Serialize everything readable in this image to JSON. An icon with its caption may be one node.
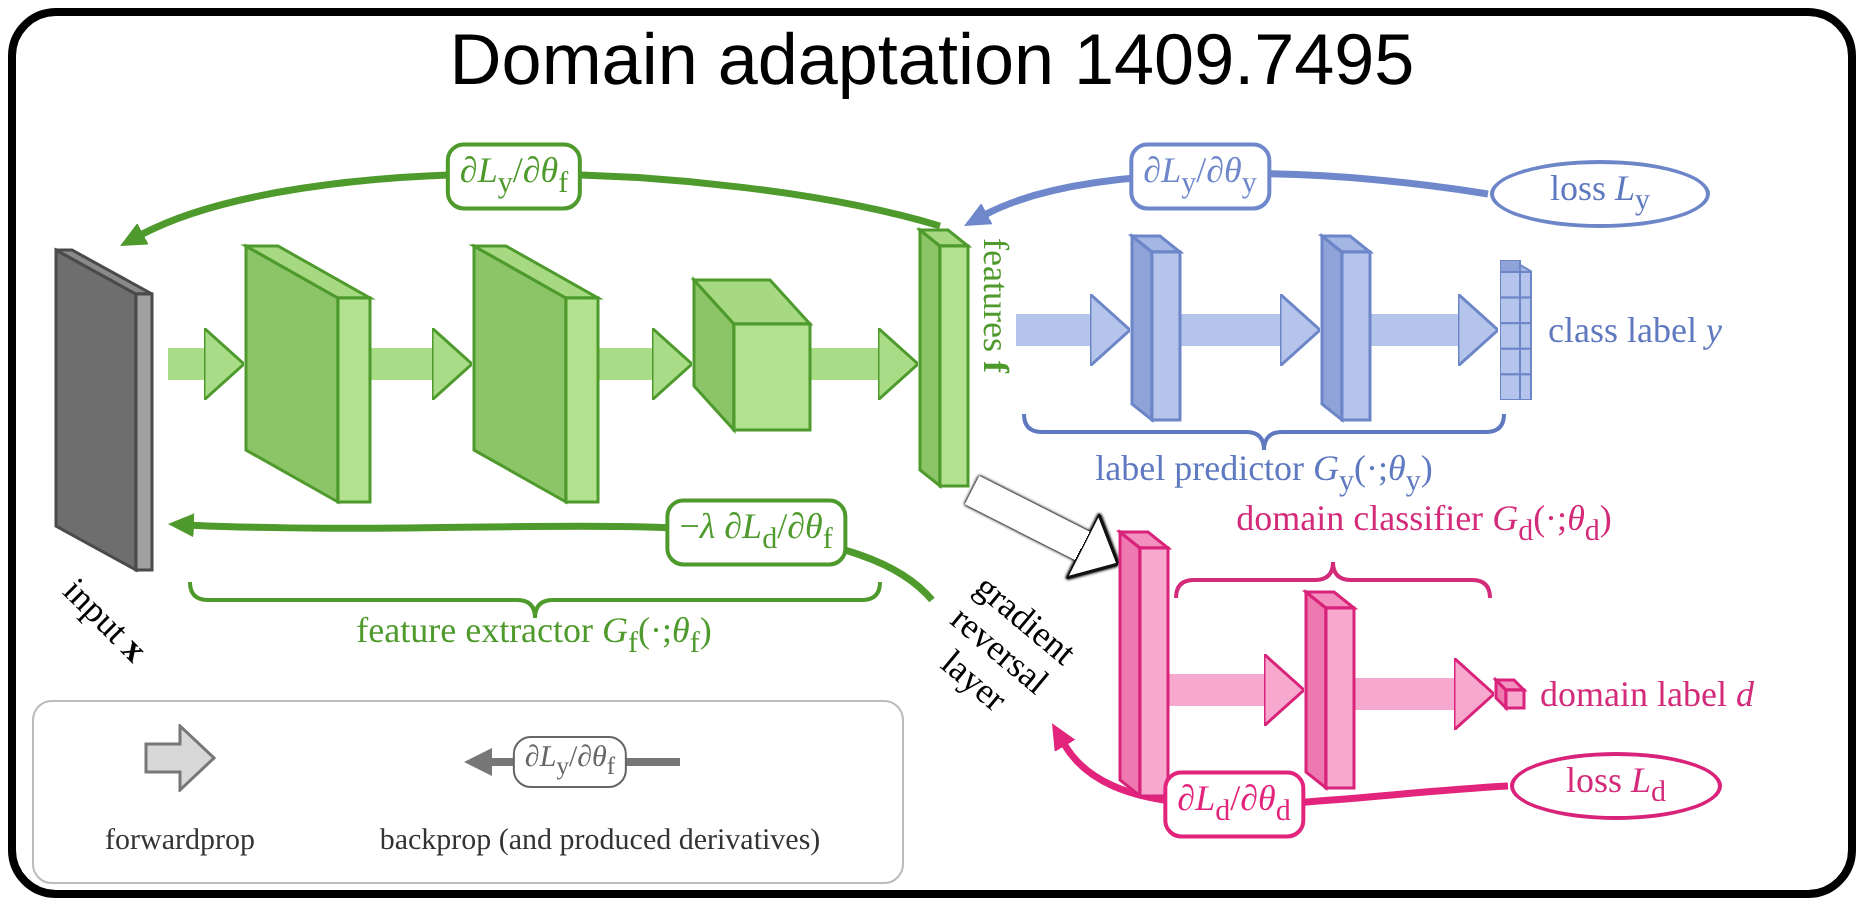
{
  "diagram": {
    "title": "Domain adaptation 1409.7495",
    "nodes": [
      {
        "text": [
          "input **x**"
        ]
      },
      {
        "text": [],
        "shape": "box"
      },
      {
        "text": [],
        "shape": "box"
      },
      {
        "text": [],
        "shape": "box"
      },
      {
        "text": [
          "features **f**"
        ]
      },
      {
        "text": [],
        "shape": "box"
      },
      {
        "text": [],
        "shape": "box"
      },
      {
        "text": [
          "class label *y*"
        ]
      },
      {
        "text": [
          "loss *L*$_{y}$"
        ]
      },
      {
        "text": [],
        "shape": "box"
      },
      {
        "text": [],
        "shape": "box"
      },
      {
        "text": [
          "domain label *d*"
        ]
      },
      {
        "text": [
          "loss *L*$_{d}$"
        ]
      },
      {
        "text": [
          "gradient reversal layer"
        ]
      }
    ],
    "edges": [
      {
        "from": 0,
        "to": 1,
        "arrow": "to",
        "color": "#a9dc86"
      },
      {
        "from": 1,
        "to": 2,
        "arrow": "to",
        "color": "#a9dc86"
      },
      {
        "from": 2,
        "to": 3,
        "arrow": "to",
        "color": "#a9dc86"
      },
      {
        "from": 3,
        "to": 4,
        "arrow": "to",
        "color": "#a9dc86"
      },
      {
        "from": 4,
        "to": 5,
        "arrow": "to",
        "color": "#b5c4ea"
      },
      {
        "from": 5,
        "to": 6,
        "arrow": "to",
        "color": "#b5c4ea"
      },
      {
        "from": 6,
        "to": 7,
        "arrow": "to",
        "color": "#b5c4ea"
      },
      {
        "from": 8,
        "to": 4,
        "arrow": "to",
        "label": "∂*L*$_{y}$/∂*θ*$_{y}$",
        "color": "#6f88cc"
      },
      {
        "from": 4,
        "to": 0,
        "arrow": "to",
        "label": "∂*L*$_{y}$/∂*θ*$_{f}$",
        "color": "#4f9a2c"
      },
      {
        "from": 4,
        "to": 9,
        "arrow": "to",
        "color": "#ffffff"
      },
      {
        "from": 9,
        "to": 10,
        "arrow": "to",
        "color": "#f7a8cf"
      },
      {
        "from": 10,
        "to": 11,
        "arrow": "to",
        "color": "#f7a8cf"
      },
      {
        "from": 12,
        "to": 13,
        "arrow": "to",
        "label": "∂*L*$_{d}$/∂*θ*$_{d}$",
        "color": "#e3247c"
      },
      {
        "from": 13,
        "to": 0,
        "arrow": "to",
        "label": "−*λ* ∂*L*$_{d}$/∂*θ*$_{f}$",
        "color": "#4f9a2c"
      }
    ],
    "labels": [
      "feature extractor *G*$_{f}$(·;*θ*$_{f}$)",
      "label predictor *G*$_{y}$(·;*θ*$_{y}$)",
      "domain classifier *G*$_{d}$(·;*θ*$_{d}$)",
      "∂*L*$_{y}$/∂*θ*$_{f}$"
    ],
    "legend": [
      {
        "text": "forwardprop"
      },
      {
        "text": "backprop (and produced derivatives)"
      }
    ]
  }
}
